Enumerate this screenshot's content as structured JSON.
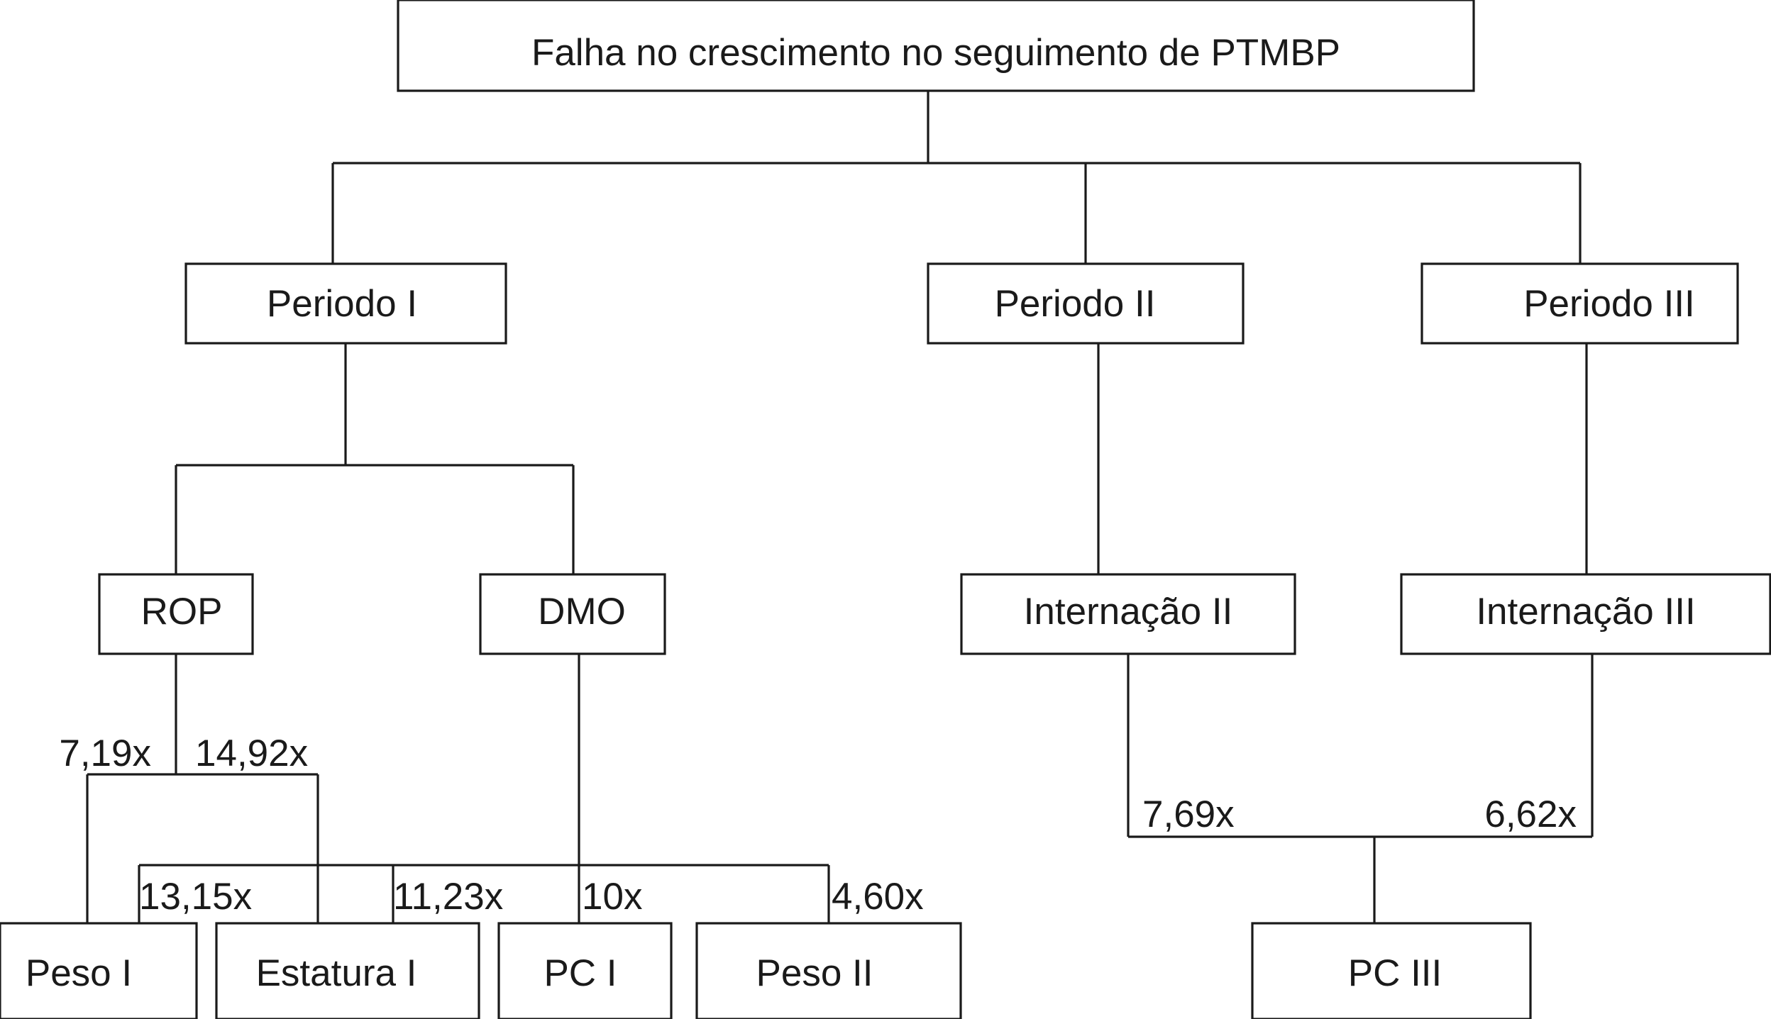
{
  "nodes": {
    "root": "Falha no crescimento no seguimento de PTMBP",
    "periodo_1": "Periodo I",
    "periodo_2": "Periodo II",
    "periodo_3": "Periodo III",
    "rop": "ROP",
    "dmo": "DMO",
    "internacao_2": "Internação II",
    "internacao_3": "Internação III",
    "peso_1": "Peso I",
    "estatura_1": "Estatura I",
    "pc_1": "PC I",
    "peso_2": "Peso II",
    "pc_3": "PC III"
  },
  "edge_labels": {
    "rop_peso_1": "7,19x",
    "rop_estatura_1": "14,92x",
    "dmo_peso_1": "13,15x",
    "dmo_estatura_1": "11,23x",
    "dmo_pc_1": "10x",
    "dmo_peso_2": "4,60x",
    "internacao_2_pc_3": "7,69x",
    "internacao_3_pc_3": "6,62x"
  },
  "colors": {
    "line": "#1a1a1a",
    "background": "#ffffff"
  }
}
